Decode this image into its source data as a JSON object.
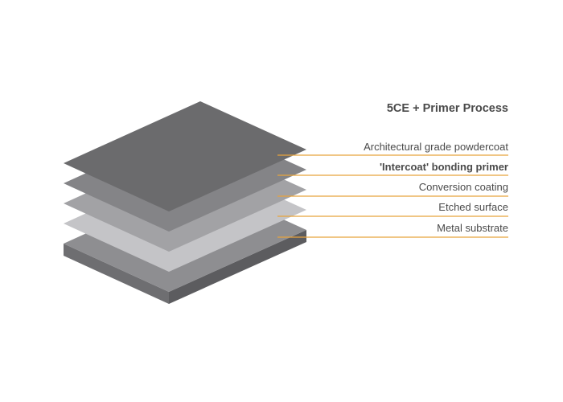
{
  "title": "5CE + Primer Process",
  "leader_color": "#e8a33c",
  "layers": [
    {
      "label": "Architectural grade powdercoat",
      "bold": false,
      "color": "#6b6b6d"
    },
    {
      "label": "'Intercoat' bonding primer",
      "bold": true,
      "color": "#848487"
    },
    {
      "label": "Conversion coating",
      "bold": false,
      "color": "#a2a2a5"
    },
    {
      "label": "Etched surface",
      "bold": false,
      "color": "#c4c4c7"
    },
    {
      "label": "Metal substrate",
      "bold": false,
      "color": "#8e8e91"
    }
  ]
}
